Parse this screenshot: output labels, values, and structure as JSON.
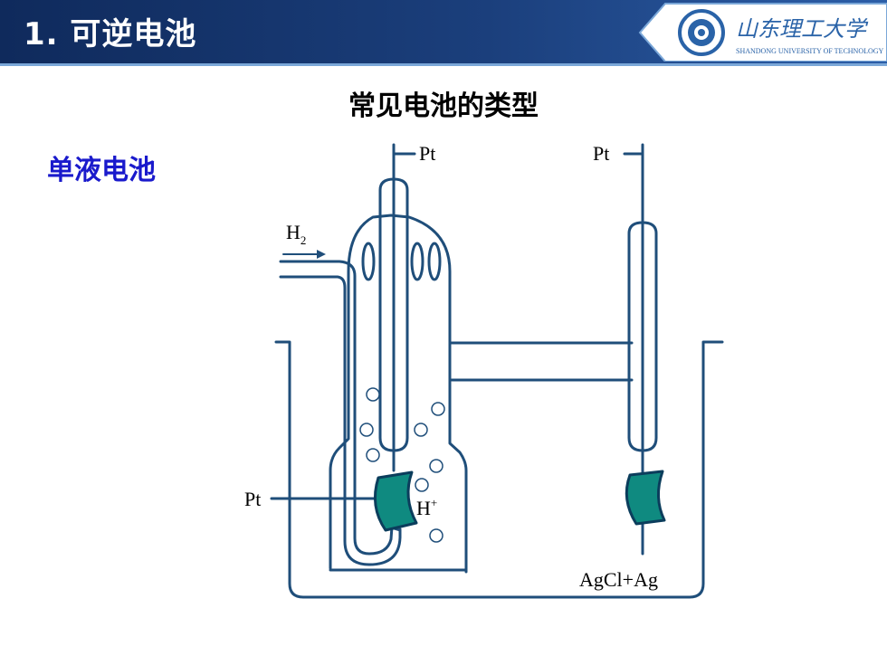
{
  "header": {
    "title": "1. 可逆电池",
    "logo": {
      "icon": "university-emblem-icon",
      "script_name": "山东理工大学",
      "subtitle": "SHANDONG UNIVERSITY OF TECHNOLOGY"
    }
  },
  "slide": {
    "title": "常见电池的类型",
    "side_label": "单液电池"
  },
  "diagram": {
    "labels": {
      "pt_top_left": "Pt",
      "pt_top_right": "Pt",
      "pt_left": "Pt",
      "h2_main": "H",
      "h2_sub": "2",
      "h_ion_main": "H",
      "h_ion_sup": "+",
      "agcl": "AgCl+Ag"
    },
    "colors": {
      "glass": "#1f4e7a",
      "electrode": "#0f8a80",
      "accent_blue": "#1a1acc"
    }
  }
}
